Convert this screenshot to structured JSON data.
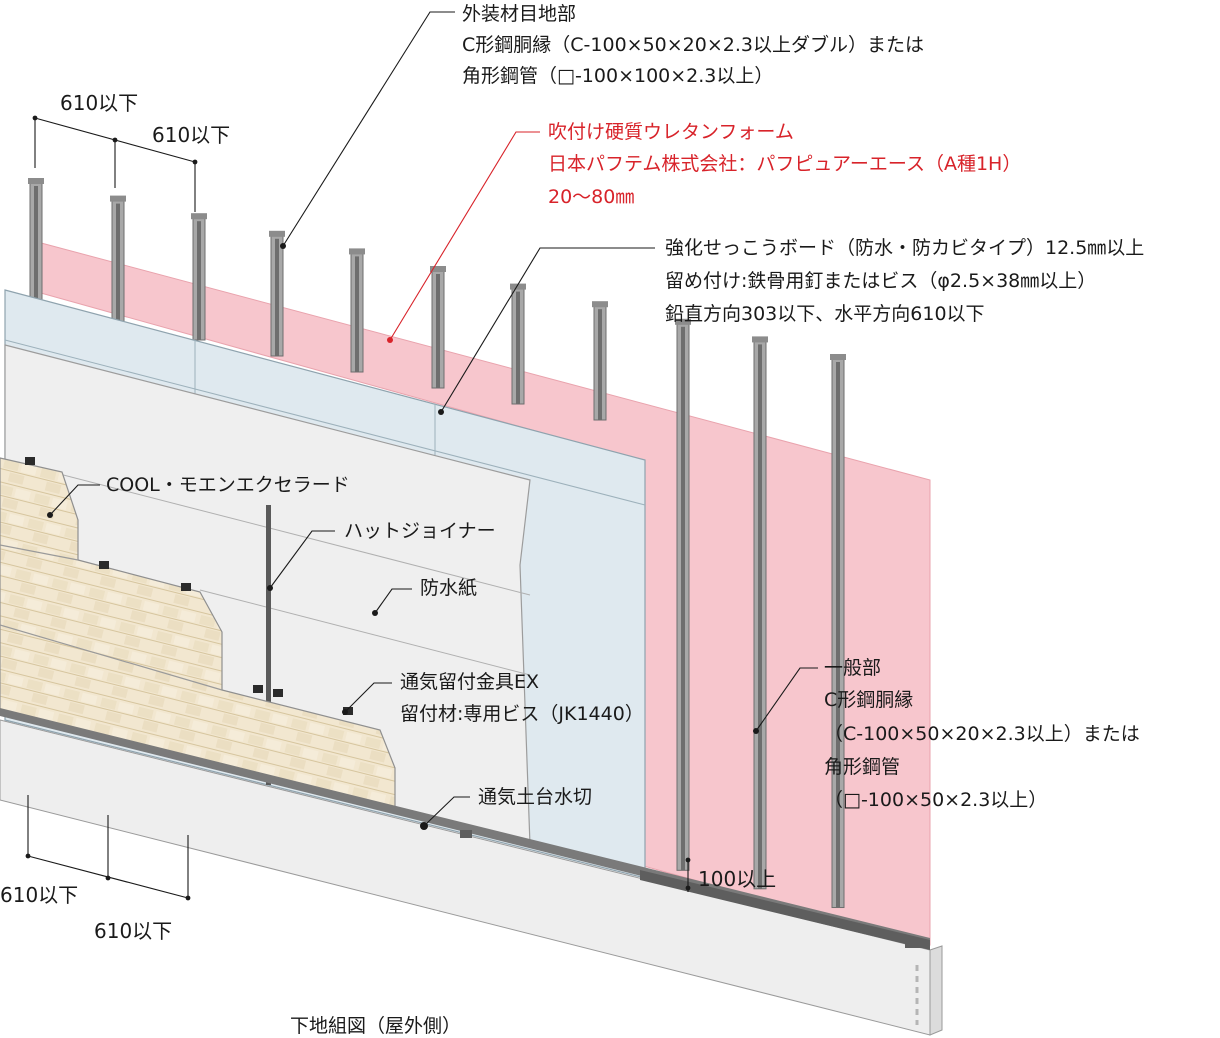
{
  "labels": {
    "joint": {
      "l1": "外装材目地部",
      "l2": "C形鋼胴縁（C-100×50×20×2.3以上ダブル）または",
      "l3": "角形鋼管（□-100×100×2.3以上）"
    },
    "urethane": {
      "l1": "吹付け硬質ウレタンフォーム",
      "l2": "日本パフテム株式会社：パフピュアーエース（A種1H）",
      "l3": "20～80㎜"
    },
    "board": {
      "l1": "強化せっこうボード（防水・防カビタイプ）12.5㎜以上",
      "l2": "留め付け:鉄骨用釘またはビス（φ2.5×38㎜以上）",
      "l3": "鉛直方向303以下、水平方向610以下"
    },
    "cool": "COOL・モエンエクセラード",
    "hat": "ハットジョイナー",
    "paper": "防水紙",
    "bracket": {
      "l1": "通気留付金具EX",
      "l2": "留付材:専用ビス（JK1440）"
    },
    "flashing": "通気土台水切",
    "general": {
      "l1": "一般部",
      "l2": "C形鋼胴縁",
      "l3": "（C-100×50×20×2.3以上）または",
      "l4": "角形鋼管",
      "l5": "（□-100×50×2.3以上）"
    },
    "gap": "100以上",
    "caption": "下地組図（屋外側）"
  },
  "dims": {
    "top_a": "610以下",
    "top_b": "610以下",
    "bottom_a": "610以下",
    "bottom_b": "610以下"
  },
  "colors": {
    "urethane": "#f7c6cd",
    "urethane_edge": "#e9a3ad",
    "board": "#dfe9ef",
    "paper": "#efefef",
    "siding": "#f1e6cf",
    "siding_joint": "#d9c9a4",
    "stud": "#a8a8a8",
    "stud_dark": "#6e6e6e",
    "foundation": "#ededed",
    "accent_red": "#d8232a"
  }
}
